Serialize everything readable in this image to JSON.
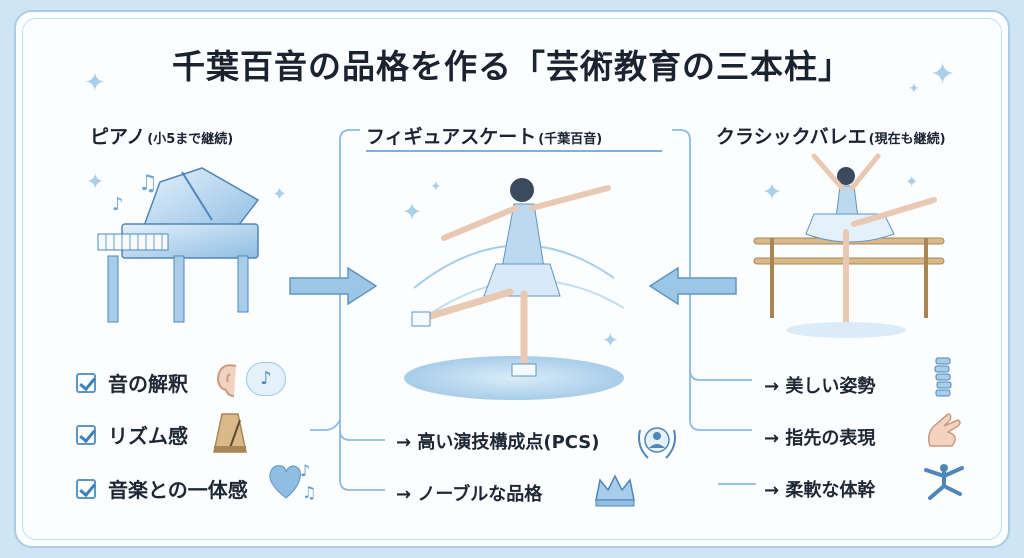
{
  "title": "千葉百音の品格を作る「芸術教育の三本柱」",
  "columns": {
    "piano": {
      "title": "ピアノ",
      "note": "(小5まで継続)"
    },
    "skate": {
      "title": "フィギュアスケート",
      "note": "(千葉百音)"
    },
    "ballet": {
      "title": "クラシックバレエ",
      "note": "(現在も継続)"
    }
  },
  "piano_skills": [
    {
      "label": "音の解釈",
      "icon": "ear-icon"
    },
    {
      "label": "リズム感",
      "icon": "metronome-icon"
    },
    {
      "label": "音楽との一体感",
      "icon": "heart-music-icon"
    }
  ],
  "skate_outcomes": [
    {
      "label": "→ 高い演技構成点(PCS)",
      "icon": "laurel-judge-icon"
    },
    {
      "label": "→ ノーブルな品格",
      "icon": "crown-icon"
    }
  ],
  "ballet_outcomes": [
    {
      "label": "→ 美しい姿勢",
      "icon": "spine-icon"
    },
    {
      "label": "→ 指先の表現",
      "icon": "hand-icon"
    },
    {
      "label": "→ 柔軟な体幹",
      "icon": "stretch-figure-icon"
    }
  ],
  "colors": {
    "accent": "#6fa8d6",
    "frame": "#a9cde6",
    "background": "#cfe5f4",
    "ink": "#1b2230"
  }
}
